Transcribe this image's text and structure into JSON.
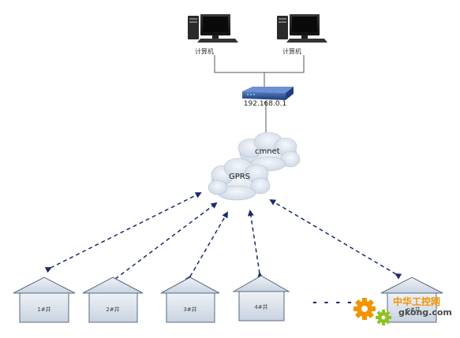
{
  "computers": [
    {
      "label": "计算机"
    },
    {
      "label": "计算机"
    }
  ],
  "router": {
    "label": "192.168.0.1"
  },
  "clouds": [
    {
      "label": "cmnet"
    },
    {
      "label": "GPRS"
    }
  ],
  "wells": [
    {
      "label": "1#井"
    },
    {
      "label": "2#井"
    },
    {
      "label": "3#井"
    },
    {
      "label": "4#井"
    },
    {
      "label": "n#井"
    }
  ],
  "ellipsis": "- - - -",
  "watermark": {
    "chinese": "中华工控网",
    "site": "gkong.com"
  },
  "colors": {
    "connector": "#555555",
    "dashed_arrow": "#1a2a6e",
    "router": "#2a4f9c",
    "cloud": "#dfe6ef",
    "house_fill": "#dde5ee",
    "house_stroke": "#5a6a80",
    "watermark_orange": "#f29400",
    "watermark_green": "#8dc21f"
  }
}
